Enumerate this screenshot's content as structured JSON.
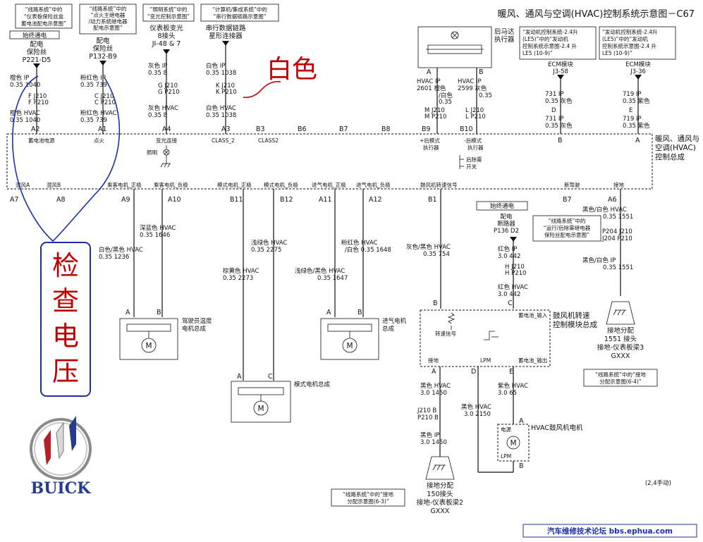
{
  "title": "暖风、通风与空调(HVAC)控制系统示意图－C67",
  "notes": {
    "n1": [
      "“线路系统”中的",
      "“仪表板保险丝盒",
      "蓄电池配电示意图”"
    ],
    "n2": [
      "“线路系统”中的",
      "“点火主继电器",
      "/动力系统继电器",
      "配电示意图”"
    ],
    "n3": [
      "“照明系统”中的",
      "“变光控制示意图”"
    ],
    "n4": [
      "“计算机/集成系统”中的",
      "“串行数据链路示意图”"
    ],
    "n5": [
      "“发动机控制系统-2.4升",
      "(LE5)”中的“发动机",
      "控制系统示意图-2.4 升",
      "LE5 (10-9)”"
    ],
    "n6": [
      "“发动机控制系统-2.4升",
      "(LE5)”中的“发动机",
      "控制系统示意图-2.4 升",
      "LE5 (10-9)”"
    ],
    "n7": [
      "“线路系统”中的",
      "“运行/后除雾继电器",
      "保险丝配电示意图”"
    ],
    "n8": [
      "“线路系统”中的“接地",
      "分配示意图(6-4)”"
    ],
    "n9": [
      "“线路系统”中的“接地",
      "分配示意图(6-3)”"
    ]
  },
  "power": {
    "always_hot": "始终通电",
    "fuse1": [
      "配电",
      "保险丝",
      "P221-D5"
    ],
    "fuse2": [
      "配电",
      "保险丝",
      "P132-B9"
    ],
    "dimmer": [
      "仪表板变光",
      "8接头",
      "JI-48 & 7"
    ],
    "star": [
      "串行数据链路",
      "星形连接器"
    ],
    "rear_defog": [
      "后马达",
      "执行器"
    ],
    "ecm1": [
      "ECM模块",
      "J3-58"
    ],
    "ecm2": [
      "ECM模块",
      "J3-36"
    ]
  },
  "wires_top": {
    "a2u": [
      "橙色 IP",
      "0.35 1040"
    ],
    "a2j": [
      "F J210",
      "F P210"
    ],
    "a2l": [
      "橙色 HVAC",
      "0.35 1040"
    ],
    "a1u": [
      "粉红色 IP",
      "0.35 739"
    ],
    "a1j": [
      "C J210",
      "C P210"
    ],
    "a1l": [
      "粉红色 HVAC",
      "0.35 739"
    ],
    "a4u": [
      "灰色 IP",
      "0.35 8"
    ],
    "a4j": [
      "G J210",
      "G P210"
    ],
    "a4l": [
      "灰色 HVAC",
      "0.35 8"
    ],
    "a3u": [
      "白色 IP",
      "0.35 1038"
    ],
    "a3j": [
      "K J210",
      "K P210"
    ],
    "a3l": [
      "白色 HVAC",
      "0.35 1038"
    ],
    "b9": [
      "HVAC IP",
      "2601 橙色",
      "/白色",
      "0.35"
    ],
    "b9j": [
      "M J210",
      "M P210"
    ],
    "b10": [
      "HVAC IP",
      "2599 灰色",
      "0.35"
    ],
    "b10j": [
      "L J210",
      "L P210"
    ],
    "b": [
      "731 IP",
      "0.35 灰色"
    ],
    "bd": [
      "D",
      "731 IP",
      "0.35 灰色"
    ],
    "a": [
      "719 IP",
      "0.35 紫色"
    ],
    "ae": [
      "E",
      "719 IP",
      "0.35 紫色"
    ]
  },
  "annotation_white": "白色",
  "annotation_check": [
    "检",
    "查",
    "电",
    "压"
  ],
  "module": {
    "name": [
      "暖风、通风与",
      "空调(HVAC)",
      "控制总成"
    ],
    "top_pins": [
      "A2",
      "A1",
      "A4",
      "A3",
      "B3",
      "B6",
      "B7",
      "B8",
      "B9",
      "B10",
      "B",
      "A"
    ],
    "top_labels": [
      "蓄电池电源",
      "点火",
      "变光连接",
      "CLASS_2",
      "CLASS2",
      "+后模式",
      "执行器",
      "-后模式",
      "执行器"
    ],
    "lamp": "照明",
    "defog_switch": [
      "后除雾",
      "开关"
    ],
    "bot_labels": [
      "混风A",
      "混风B",
      "乘客电机_正极",
      "乘客电机_负极",
      "模式电机_正极",
      "模式电机_负极",
      "进气电机_正极",
      "进气电机_负极",
      "鼓风机转速信号",
      "新驾驶",
      "接地"
    ],
    "bot_pins": [
      "A7",
      "A8",
      "A9",
      "A10",
      "B11",
      "B12",
      "A11",
      "A12",
      "B1",
      "B7",
      "A6"
    ]
  },
  "lower": {
    "a9": [
      "白色/黑色 HVAC",
      "0.35 1236"
    ],
    "a10": [
      "深蓝色 HVAC",
      "0.35 1646"
    ],
    "b11": [
      "棕黄色 HVAC",
      "0.35 2273"
    ],
    "b12": [
      "浅绿色 HVAC",
      "0.35 2275"
    ],
    "a11": [
      "浅绿色/黑色 HVAC",
      "0.35 1647"
    ],
    "a12": [
      "粉红色 HVAC",
      "/白色 0.35 1648"
    ],
    "b1": [
      "灰色/黑色 HVAC",
      "0.35 754"
    ],
    "a6": [
      "黑色/白色 HVAC",
      "0.35 1551"
    ],
    "a6j": [
      "P204 J210",
      "J204 P210"
    ],
    "a6l": [
      "黑色/白色 IP",
      "0.35 1551"
    ],
    "m1": [
      "驾驶员温度",
      "电机总成"
    ],
    "m2": "模式电机总成",
    "m3": [
      "进气电机",
      "总成"
    ],
    "blower_ctrl": [
      "鼓风机转速",
      "控制模块总成"
    ],
    "bc_labels": [
      "蓄电池_输入",
      "转速信号",
      "接地",
      "LPM",
      "蓄电池_输出"
    ],
    "relay": [
      "配电",
      "断路器",
      "P136 D2"
    ],
    "relay_wire": [
      "红色 IP",
      "3.0 442"
    ],
    "relay_j": [
      "H J210",
      "H P210"
    ],
    "relay_l": [
      "红色 HVAC",
      "3.0 442"
    ],
    "bc_a": [
      "黑色 HVAC",
      "3.0 1450"
    ],
    "bc_aj": [
      "J210 B",
      "P210 B"
    ],
    "bc_al": [
      "黑色 IP",
      "3.0 1450"
    ],
    "bc_d": [
      "黑色 HVAC",
      "3.0 2150"
    ],
    "bc_e": [
      "紫色 HVAC",
      "3.0 65"
    ],
    "blower": "HVAC鼓风机电机",
    "blower_pins": [
      "电源",
      "LPM"
    ],
    "g1": [
      "接地分配",
      "150接头",
      "接地-仪表板梁2",
      "GXXX"
    ],
    "g2": [
      "接地分配",
      "1551 接头",
      "接地-仪表板梁3",
      "GXXX"
    ],
    "footnote": "(2,4手动)",
    "pins": [
      "A",
      "B",
      "A",
      "C",
      "A",
      "B",
      "B",
      "C",
      "A",
      "D",
      "E",
      "A",
      "B"
    ]
  },
  "logo": "BUICK",
  "watermark": "汽车维修技术论坛 bbs.ephua.com",
  "colors": {
    "annotation": "#c00000",
    "loop": "#1a2fa8",
    "logo_red": "#b32025",
    "logo_blue": "#253b8c"
  }
}
